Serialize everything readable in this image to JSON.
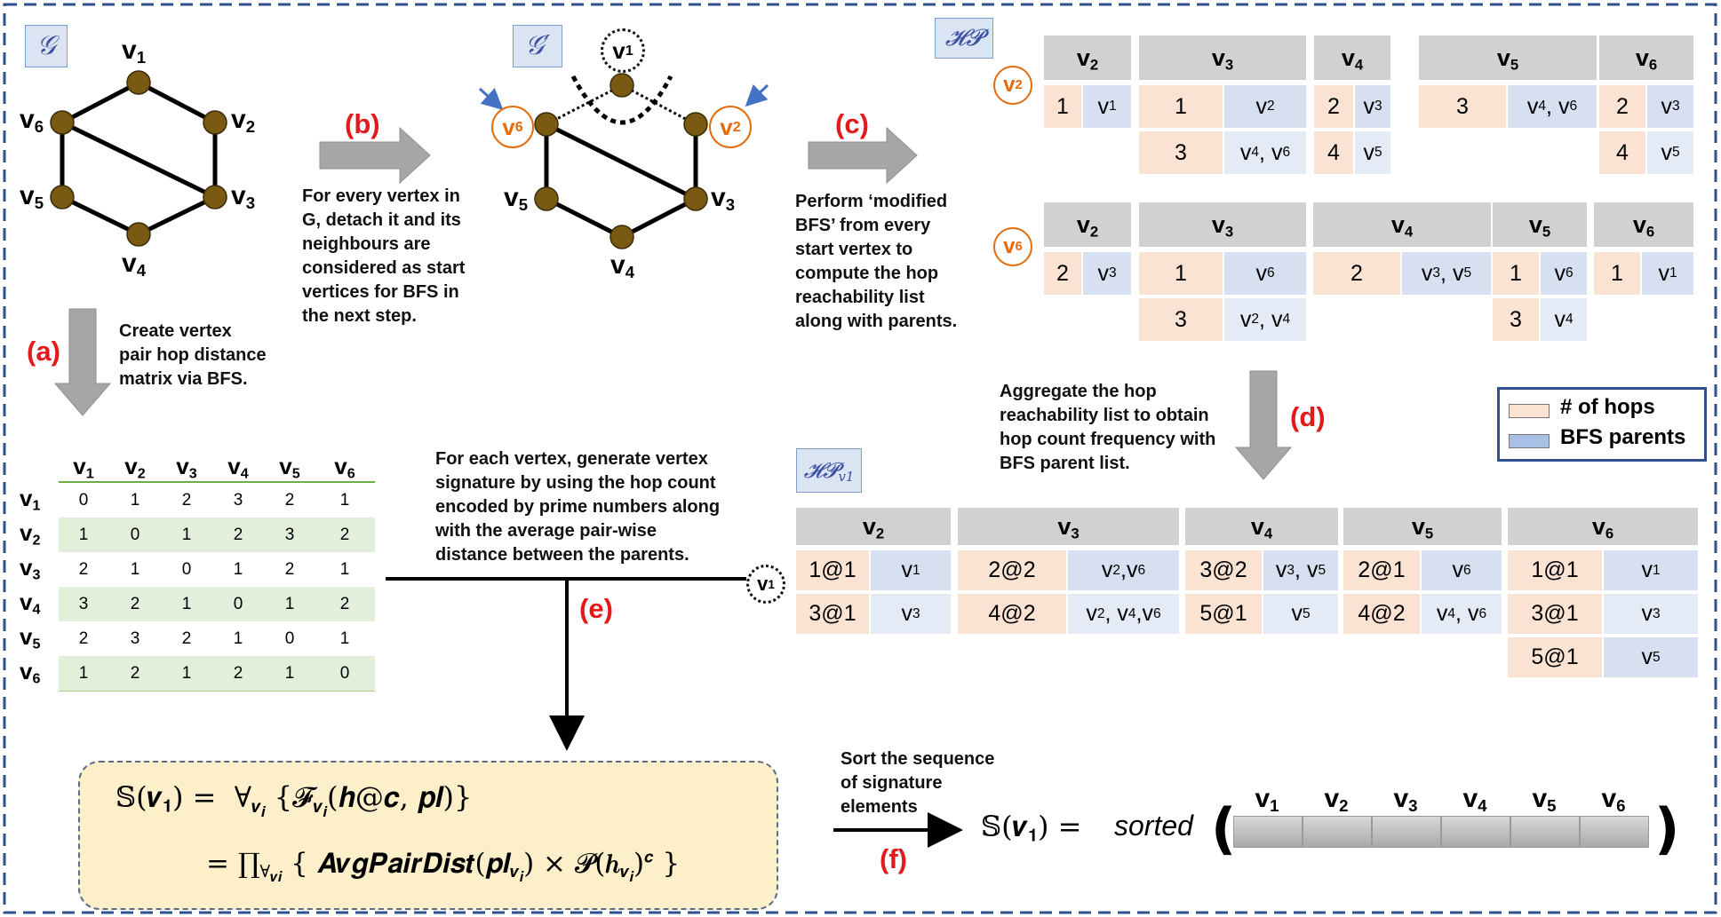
{
  "graph_G": {
    "label": "𝒢",
    "nodes": [
      "v1",
      "v2",
      "v3",
      "v4",
      "v5",
      "v6"
    ],
    "edges": [
      [
        "v1",
        "v2"
      ],
      [
        "v1",
        "v6"
      ],
      [
        "v2",
        "v3"
      ],
      [
        "v6",
        "v5"
      ],
      [
        "v6",
        "v3"
      ],
      [
        "v5",
        "v4"
      ],
      [
        "v4",
        "v3"
      ]
    ]
  },
  "graph_Gp": {
    "label": "𝒢′",
    "removed_vertex": "v1",
    "start_vertices": [
      "v6",
      "v2"
    ]
  },
  "hp_label": "𝓗𝓟",
  "hpv1_label": "𝓗𝓟",
  "hpv1_sub": "v1",
  "steps": {
    "a": {
      "tag": "(a)",
      "text": [
        "Create vertex",
        "pair hop distance",
        "matrix via BFS."
      ]
    },
    "b": {
      "tag": "(b)",
      "text": [
        "For every vertex in",
        "G, detach it and its",
        "neighbours are",
        "considered as start",
        "vertices for BFS in",
        "the next step."
      ]
    },
    "c": {
      "tag": "(c)",
      "text": [
        "Perform ‘modified",
        "BFS’ from every",
        "start vertex to",
        "compute the hop",
        "reachability list",
        "along with parents."
      ]
    },
    "d": {
      "tag": "(d)",
      "text": [
        "Aggregate the hop",
        "reachability list to obtain",
        "hop count frequency with",
        "BFS parent list."
      ]
    },
    "e": {
      "tag": "(e)",
      "text": [
        "For each vertex, generate vertex",
        "signature by using the hop count",
        "encoded by prime numbers along",
        "with the average pair-wise",
        "distance between the parents."
      ]
    },
    "f": {
      "tag": "(f)",
      "text": [
        "Sort the sequence",
        "of signature",
        "elements"
      ]
    }
  },
  "matrix": {
    "headers": [
      "v1",
      "v2",
      "v3",
      "v4",
      "v5",
      "v6"
    ],
    "rows": [
      [
        0,
        1,
        2,
        3,
        2,
        1
      ],
      [
        1,
        0,
        1,
        2,
        3,
        2
      ],
      [
        2,
        1,
        0,
        1,
        2,
        1
      ],
      [
        3,
        2,
        1,
        0,
        1,
        2
      ],
      [
        2,
        3,
        2,
        1,
        0,
        1
      ],
      [
        1,
        2,
        1,
        2,
        1,
        0
      ]
    ]
  },
  "hp_v2": {
    "start": "v2",
    "columns": [
      {
        "head": "v2",
        "rows": [
          [
            "1",
            "v1"
          ]
        ]
      },
      {
        "head": "v3",
        "rows": [
          [
            "1",
            "v2"
          ],
          [
            "3",
            "v4, v6"
          ]
        ]
      },
      {
        "head": "v4",
        "rows": [
          [
            "2",
            "v3"
          ],
          [
            "4",
            "v5"
          ]
        ]
      },
      {
        "head": "v5",
        "rows": [
          [
            "3",
            "v4, v6"
          ]
        ]
      },
      {
        "head": "v6",
        "rows": [
          [
            "2",
            "v3"
          ],
          [
            "4",
            "v5"
          ]
        ]
      }
    ]
  },
  "hp_v6": {
    "start": "v6",
    "columns": [
      {
        "head": "v2",
        "rows": [
          [
            "2",
            "v3"
          ]
        ]
      },
      {
        "head": "v3",
        "rows": [
          [
            "1",
            "v6"
          ],
          [
            "3",
            "v2, v4"
          ]
        ]
      },
      {
        "head": "v4",
        "rows": [
          [
            "2",
            "v3, v5"
          ]
        ]
      },
      {
        "head": "v5",
        "rows": [
          [
            "1",
            "v6"
          ],
          [
            "3",
            "v4"
          ]
        ]
      },
      {
        "head": "v6",
        "rows": [
          [
            "1",
            "v1"
          ]
        ]
      }
    ]
  },
  "hp_v1": {
    "columns": [
      {
        "head": "v2",
        "rows": [
          [
            "1@1",
            "v1"
          ],
          [
            "3@1",
            "v3"
          ]
        ]
      },
      {
        "head": "v3",
        "rows": [
          [
            "2@2",
            "v2,v6"
          ],
          [
            "4@2",
            "v2, v4,v6"
          ]
        ]
      },
      {
        "head": "v4",
        "rows": [
          [
            "3@2",
            "v3, v5"
          ],
          [
            "5@1",
            "v5"
          ]
        ]
      },
      {
        "head": "v5",
        "rows": [
          [
            "2@1",
            "v6"
          ],
          [
            "4@2",
            "v4, v6"
          ]
        ]
      },
      {
        "head": "v6",
        "rows": [
          [
            "1@1",
            "v1"
          ],
          [
            "3@1",
            "v3"
          ],
          [
            "5@1",
            "v5"
          ]
        ]
      }
    ]
  },
  "legend": {
    "hops": "# of hops",
    "parents": "BFS parents"
  },
  "formula": {
    "line1": "𝕊(𝒗𝟏) = ∀𝒗𝒊 {𝓕𝒗𝒊(𝒉@𝒄, 𝒑𝒍)}",
    "line2": "= ∏∀𝒗𝒊 { 𝑨𝒗𝒈𝑷𝒂𝒊𝒓𝑫𝒊𝒔𝒕(𝒑𝒍𝒗𝒊) × 𝓟(𝒉𝒗𝒊)𝒄 }"
  },
  "sorted": {
    "lhs": "𝕊(𝒗𝟏) =",
    "word": "sorted",
    "items": [
      "v1",
      "v2",
      "v3",
      "v4",
      "v5",
      "v6"
    ]
  },
  "colors": {
    "red": "#e31a1c",
    "orange": "#e46c0a",
    "node": "#7a5a12",
    "pink": "#fbe3d4",
    "blue": "#d6e0f0",
    "header": "#d1d1d1",
    "border": "#2f528f"
  }
}
